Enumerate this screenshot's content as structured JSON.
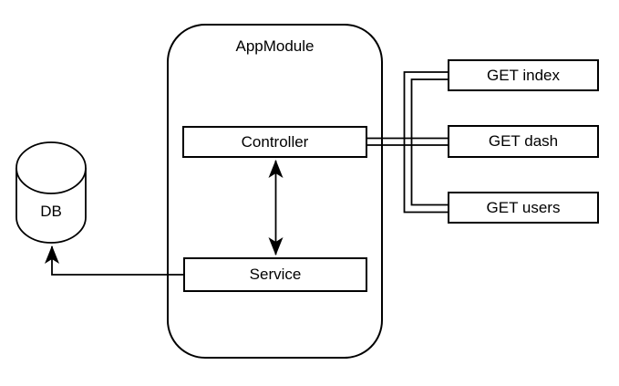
{
  "diagram": {
    "container": {
      "label": "AppModule"
    },
    "nodes": {
      "controller": {
        "label": "Controller",
        "shape": "rectangle"
      },
      "service": {
        "label": "Service",
        "shape": "rectangle"
      },
      "db": {
        "label": "DB",
        "shape": "cylinder"
      },
      "get_index": {
        "label": "GET index",
        "shape": "rectangle"
      },
      "get_dash": {
        "label": "GET dash",
        "shape": "rectangle"
      },
      "get_users": {
        "label": "GET users",
        "shape": "rectangle"
      }
    },
    "edges": [
      {
        "from": "controller",
        "to": "service",
        "style": "double-headed-arrow"
      },
      {
        "from": "service",
        "to": "db",
        "style": "arrow"
      },
      {
        "from": "controller",
        "to": "get_index",
        "style": "double-line"
      },
      {
        "from": "controller",
        "to": "get_dash",
        "style": "double-line"
      },
      {
        "from": "controller",
        "to": "get_users",
        "style": "double-line"
      }
    ],
    "colors": {
      "stroke": "#000000",
      "node_fill": "#ffffff",
      "background": "#ffffff",
      "text": "#000000"
    }
  }
}
